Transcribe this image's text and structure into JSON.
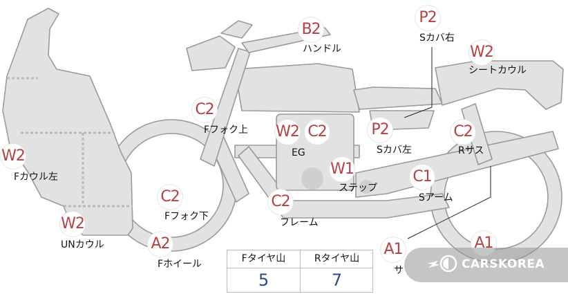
{
  "diagram": {
    "markers": [
      {
        "id": "fcowl-left",
        "code": "W2",
        "label": "Fカウル左"
      },
      {
        "id": "uncowl",
        "code": "W2",
        "label": "UNカウル"
      },
      {
        "id": "fwheel",
        "code": "A2",
        "label": "Fホイール"
      },
      {
        "id": "ffork-lower",
        "code": "C2",
        "label": "Fフォク下"
      },
      {
        "id": "ffork-upper",
        "code": "C2",
        "label": "Fフォク上"
      },
      {
        "id": "handle",
        "code": "B2",
        "label": "ハンドル"
      },
      {
        "id": "eg-w",
        "code": "W2",
        "label": "EG"
      },
      {
        "id": "eg-c",
        "code": "C2",
        "label": ""
      },
      {
        "id": "step",
        "code": "W1",
        "label": "ステップ"
      },
      {
        "id": "frame",
        "code": "C2",
        "label": "フレーム"
      },
      {
        "id": "sside-left",
        "code": "P2",
        "label": "Sカバ左"
      },
      {
        "id": "sside-right",
        "code": "P2",
        "label": "Sカバ右"
      },
      {
        "id": "seatcowl",
        "code": "W2",
        "label": "シートカウル"
      },
      {
        "id": "rsus",
        "code": "C2",
        "label": "Rサス"
      },
      {
        "id": "sarm",
        "code": "C1",
        "label": "Sアーム"
      },
      {
        "id": "muffler",
        "code": "A1",
        "label": "サ"
      },
      {
        "id": "rwheel",
        "code": "A1",
        "label": ""
      }
    ]
  },
  "tread_table": {
    "columns": [
      {
        "header": "Fタイヤ山",
        "value": "5"
      },
      {
        "header": "Rタイヤ山",
        "value": "7"
      }
    ]
  },
  "watermark": {
    "text": "CARSKOREA"
  },
  "colors": {
    "marker_text": "#b5413f",
    "value_text": "#2b4a8c",
    "bike_fill": "#e2e2e2",
    "bike_stroke": "#9a9a9a"
  }
}
